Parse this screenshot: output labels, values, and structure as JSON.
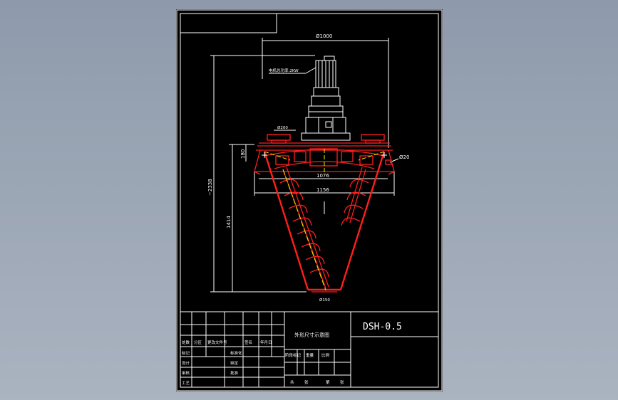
{
  "drawing": {
    "model_code": "DSH-0.5",
    "drawing_title": "外形尺寸示意图",
    "motor_note": "电机总功率:2KW"
  },
  "dimensions": {
    "top_width": "Ø1000",
    "inlet_dia": "Ø200",
    "overall_height": "~2338",
    "cone_height": "1414",
    "flange_height": "180",
    "flange_inner": "1076",
    "flange_outer": "1156",
    "side_hole": "Ø20",
    "outlet": "Ø150"
  },
  "title_block": {
    "row_labels_left": [
      "标记",
      "设计",
      "审核",
      "工艺"
    ],
    "header_cells": [
      "处数",
      "分区",
      "更改文件号",
      "签名",
      "年月日"
    ],
    "mid_labels": [
      "标准化",
      "审定",
      "批准"
    ],
    "stage_labels": [
      "阶段标记",
      "重量",
      "比例"
    ],
    "sheet_labels": [
      "共",
      "张",
      "第",
      "张"
    ]
  },
  "colors": {
    "sheet": "#000000",
    "line": "#ffffff",
    "equipment": "#ff1e1e",
    "centerline": "#f2f200"
  }
}
